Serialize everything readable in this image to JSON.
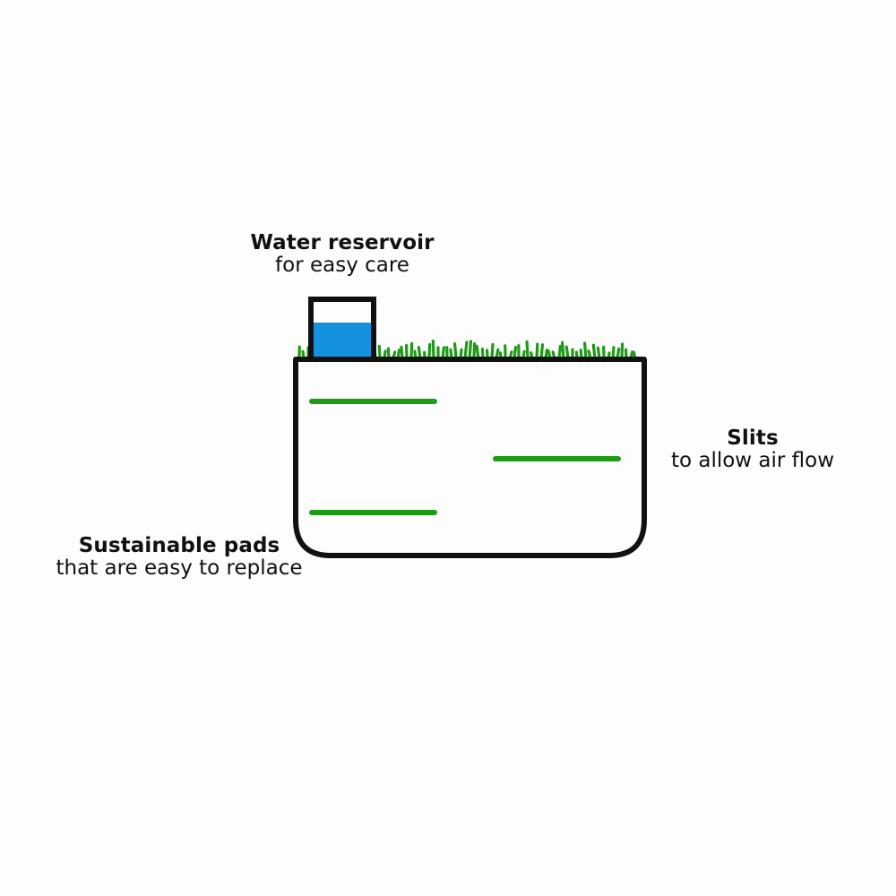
{
  "labels": {
    "reservoir": {
      "title": "Water reservoir",
      "subtitle": "for easy care"
    },
    "slits": {
      "title": "Slits",
      "subtitle": "to allow air flow"
    },
    "pads": {
      "title": "Sustainable pads",
      "subtitle": "that are easy to replace"
    }
  },
  "colors": {
    "outline": "#111111",
    "grass": "#1f9a16",
    "slit": "#1f9a16",
    "water": "#1592dd",
    "background": "#fdfdfd"
  }
}
